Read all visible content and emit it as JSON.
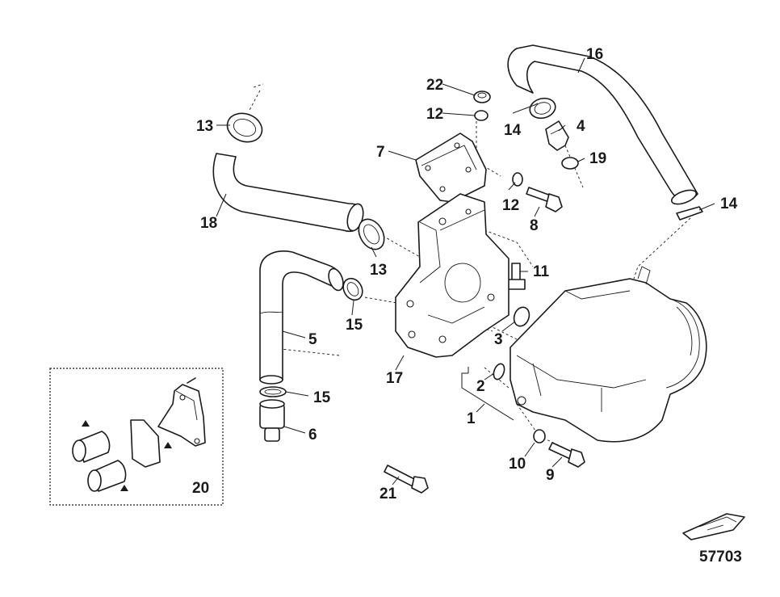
{
  "figure_number": "57703",
  "callouts": {
    "c1": "1",
    "c2": "2",
    "c3": "3",
    "c4": "4",
    "c5": "5",
    "c6": "6",
    "c7": "7",
    "c8": "8",
    "c9": "9",
    "c10": "10",
    "c11": "11",
    "c12a": "12",
    "c12b": "12",
    "c13a": "13",
    "c13b": "13",
    "c14a": "14",
    "c14b": "14",
    "c15a": "15",
    "c15b": "15",
    "c16": "16",
    "c17": "17",
    "c18": "18",
    "c19": "19",
    "c20": "20",
    "c21": "21",
    "c22": "22"
  },
  "icons": {
    "boat": "boat-icon",
    "triangle": "triangle-marker-icon"
  }
}
